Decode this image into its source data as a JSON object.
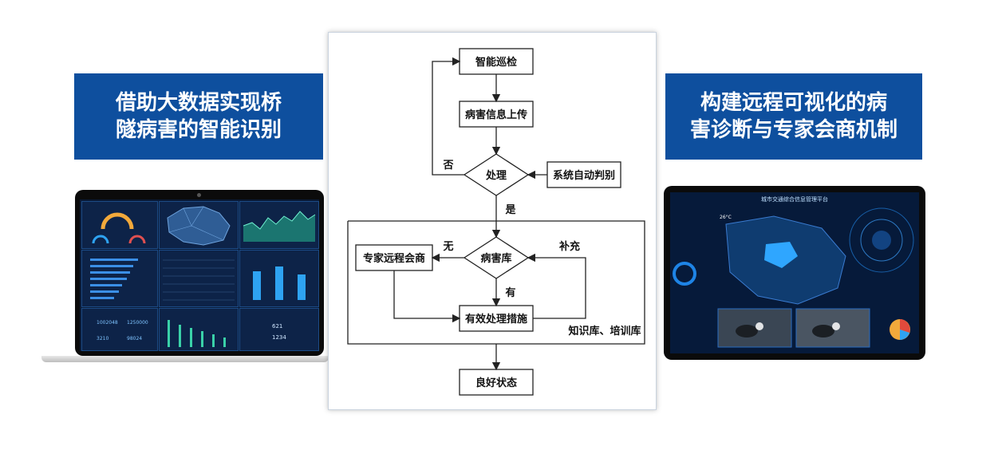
{
  "left_banner": {
    "line1": "借助大数据实现桥",
    "line2": "隧病害的智能识别"
  },
  "right_banner": {
    "line1": "构建远程可视化的病",
    "line2": "害诊断与专家会商机制"
  },
  "flowchart": {
    "nodes": {
      "inspection": "智能巡检",
      "upload": "病害信息上传",
      "process": "处理",
      "auto_judge": "系统自动判别",
      "defect_db": "病害库",
      "expert": "专家远程会商",
      "measures": "有效处理措施",
      "good_state": "良好状态"
    },
    "labels": {
      "no": "否",
      "yes": "是",
      "none": "无",
      "supplement": "补充",
      "has": "有",
      "knowledge": "知识库、培训库"
    }
  },
  "right_screen": {
    "title": "城市交通综合信息管理平台",
    "temp": "26°C"
  },
  "left_screen": {
    "stat1": "1002048",
    "stat2": "1250000",
    "stat3": "3210",
    "stat4": "98024",
    "num1": "621",
    "num2": "1234"
  }
}
